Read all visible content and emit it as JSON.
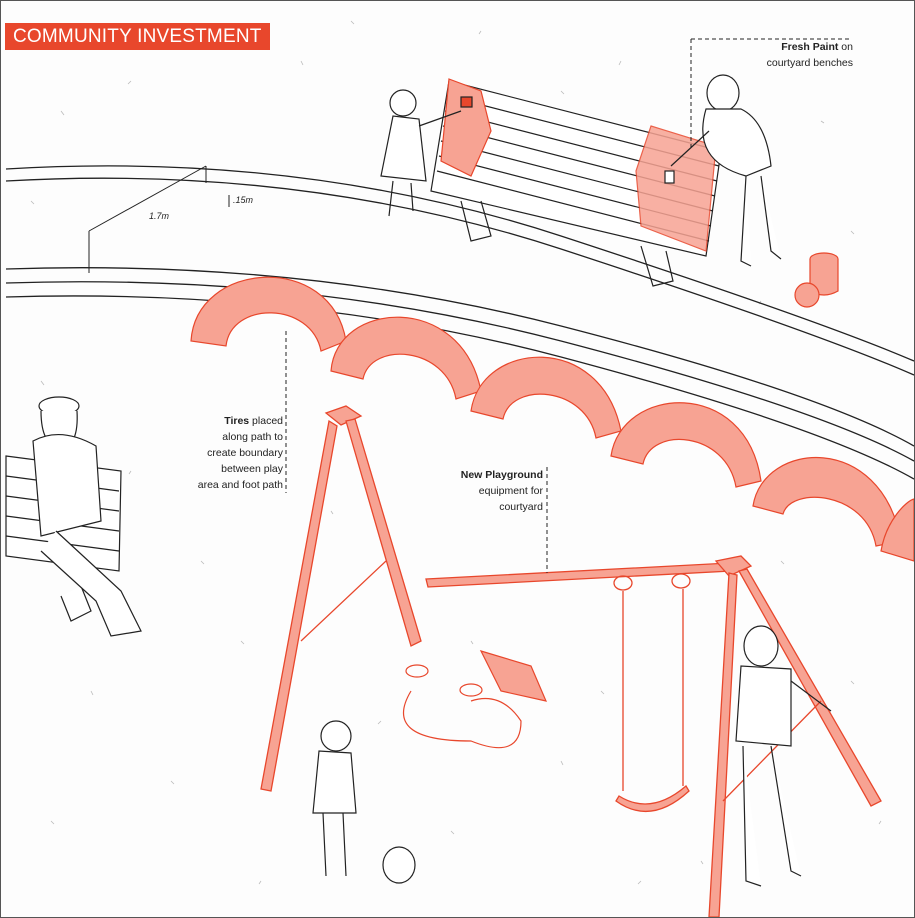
{
  "title": "COMMUNITY INVESTMENT",
  "colors": {
    "accent": "#e8472c",
    "fill": "#f7a393",
    "line": "#222222"
  },
  "annotations": {
    "paint": {
      "bold": "Fresh Paint",
      "rest": " on",
      "line2": "courtyard benches"
    },
    "tires": {
      "bold": "Tires",
      "rest": " placed",
      "line2": "along path to",
      "line3": "create boundary",
      "line4": "between play",
      "line5": "area and foot path"
    },
    "playground": {
      "bold": "New Playground",
      "line2": "equipment for",
      "line3": "courtyard"
    }
  },
  "dimensions": {
    "height": "1.7m",
    "curb": ".15m"
  }
}
